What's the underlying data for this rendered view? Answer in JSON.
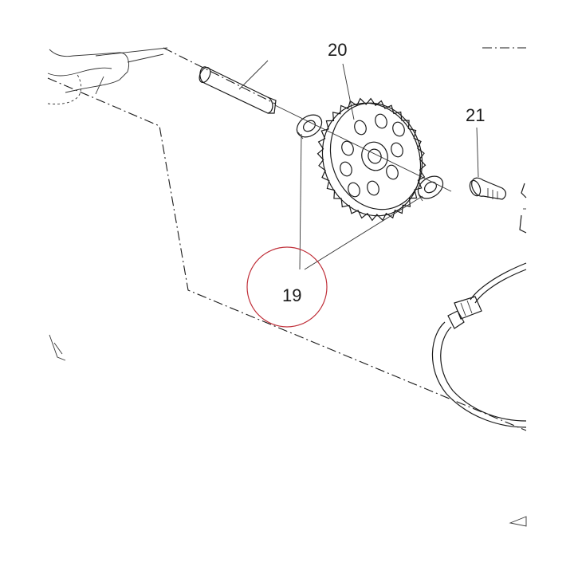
{
  "labels": {
    "part_20": "20",
    "part_21": "21",
    "part_19": "19"
  },
  "colors": {
    "line": "#1a1a1a",
    "highlight_circle": "#c0303a",
    "background": "#ffffff"
  }
}
